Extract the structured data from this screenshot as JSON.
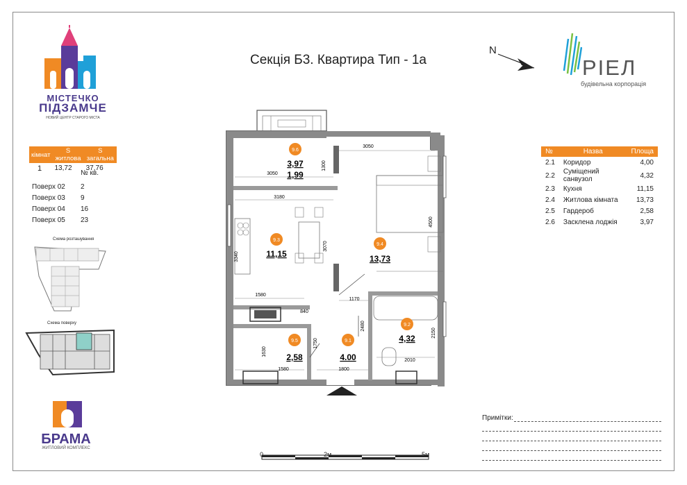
{
  "logos": {
    "mistechko_line1": "МІСТЕЧКО",
    "mistechko_line2": "ПІДЗАМЧЕ",
    "mistechko_sub": "НОВИЙ ЦЕНТР СТАРОГО МІСТА",
    "riel_name": "РІЕЛ",
    "riel_sub": "будівельна корпорація",
    "brama_name": "БРАМА",
    "brama_sub": "ЖИТЛОВИЙ КОМПЛЕКС"
  },
  "title": "Секція Б3. Квартира Тип - 1а",
  "north_label": "N",
  "summary": {
    "headers": [
      "кімнат",
      "S житлова",
      "S загальна"
    ],
    "values": [
      "1",
      "13,72",
      "37,76"
    ],
    "kv_label": "№ кв.",
    "floors": [
      {
        "floor": "Поверх 02",
        "kv": "2"
      },
      {
        "floor": "Поверх 03",
        "kv": "9"
      },
      {
        "floor": "Поверх 04",
        "kv": "16"
      },
      {
        "floor": "Поверх 05",
        "kv": "23"
      }
    ],
    "location_scheme": "Схема розташування",
    "floor_scheme": "Схема поверху"
  },
  "rooms_table": {
    "headers": [
      "№",
      "Назва",
      "Площа"
    ],
    "rows": [
      {
        "n": "2.1",
        "name": "Коридор",
        "area": "4,00"
      },
      {
        "n": "2.2",
        "name": "Суміщений санвузол",
        "area": "4,32"
      },
      {
        "n": "2.3",
        "name": "Кухня",
        "area": "11,15"
      },
      {
        "n": "2.4",
        "name": "Житлова кімната",
        "area": "13,73"
      },
      {
        "n": "2.5",
        "name": "Гардероб",
        "area": "2,58"
      },
      {
        "n": "2.6",
        "name": "Засклена лоджія",
        "area": "3,97"
      }
    ]
  },
  "plan": {
    "rooms": [
      {
        "id": "9.6",
        "area": "3,97",
        "area2": "1,99"
      },
      {
        "id": "9.3",
        "area": "11,15"
      },
      {
        "id": "9.4",
        "area": "13,73"
      },
      {
        "id": "9.2",
        "area": "4,32"
      },
      {
        "id": "9.5",
        "area": "2,58"
      },
      {
        "id": "9.1",
        "area": "4.00"
      }
    ],
    "dims": [
      "3050",
      "1300",
      "3050",
      "3180",
      "3340",
      "3070",
      "4500",
      "1580",
      "840",
      "1170",
      "2480",
      "1750",
      "1630",
      "1580",
      "1800",
      "2150",
      "2010"
    ]
  },
  "scale": {
    "l0": "0",
    "l2": "2м",
    "l5": "5м"
  },
  "notes_label": "Примітки:",
  "colors": {
    "accent": "#f08a24",
    "brand": "#4a3a8c",
    "wall": "#7a7a7a"
  }
}
